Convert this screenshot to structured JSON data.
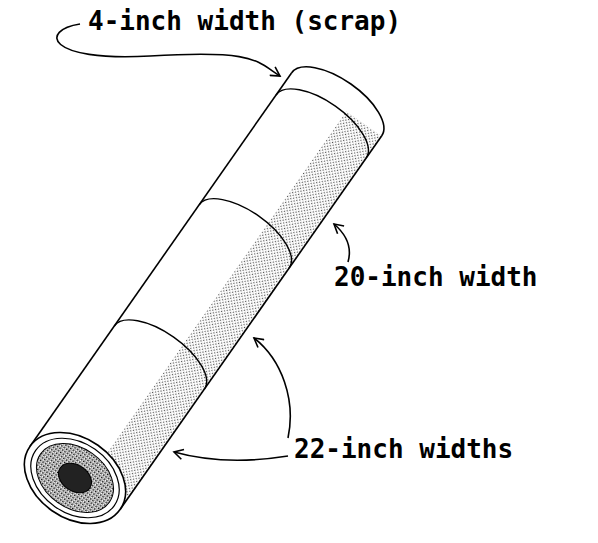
{
  "diagram": {
    "labels": [
      "4-inch width (scrap)",
      "20-inch width",
      "22-inch widths"
    ]
  }
}
